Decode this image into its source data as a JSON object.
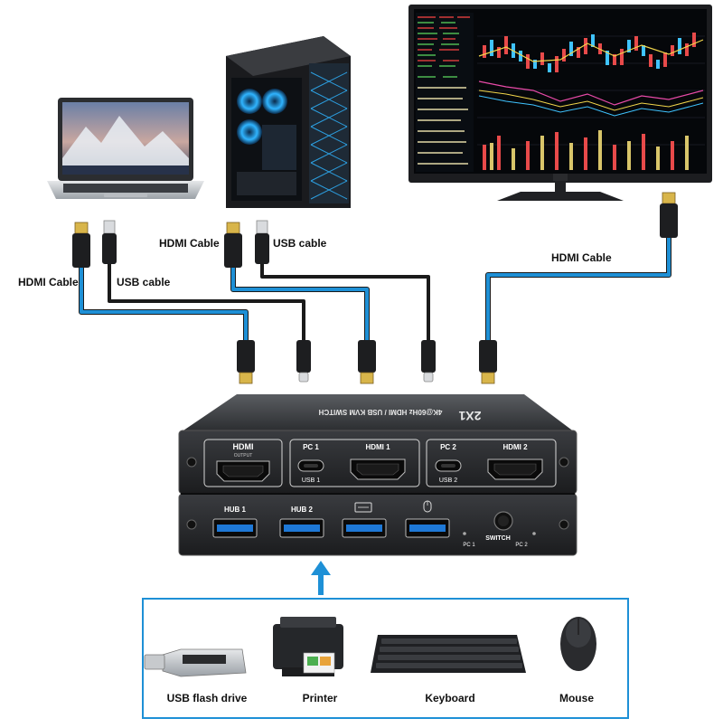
{
  "cable_labels": {
    "hdmi_laptop": "HDMI Cable",
    "usb_laptop": "USB cable",
    "hdmi_pc": "HDMI Cable",
    "usb_pc": "USB cable",
    "hdmi_monitor": "HDMI Cable"
  },
  "switch": {
    "top_label": "4K@60Hz HDMI / USB KVM SWITCH",
    "badge": "2X1",
    "hdmi_output": "HDMI",
    "hdmi_output_sub": "OUTPUT",
    "pc1": "PC 1",
    "hdmi1": "HDMI 1",
    "usb1": "USB 1",
    "pc2": "PC 2",
    "hdmi2": "HDMI 2",
    "usb2": "USB 2",
    "hub1": "HUB 1",
    "hub2": "HUB 2",
    "switch_label": "SWITCH",
    "led_pc1": "PC 1",
    "led_pc2": "PC 2"
  },
  "peripherals": {
    "usb_flash": "USB flash drive",
    "printer": "Printer",
    "keyboard": "Keyboard",
    "mouse": "Mouse"
  },
  "colors": {
    "hdmi_cable": "#1e90d6",
    "usb_cable": "#1a1a1a",
    "arrow": "#1e90d6",
    "box_border": "#1e90d6"
  }
}
